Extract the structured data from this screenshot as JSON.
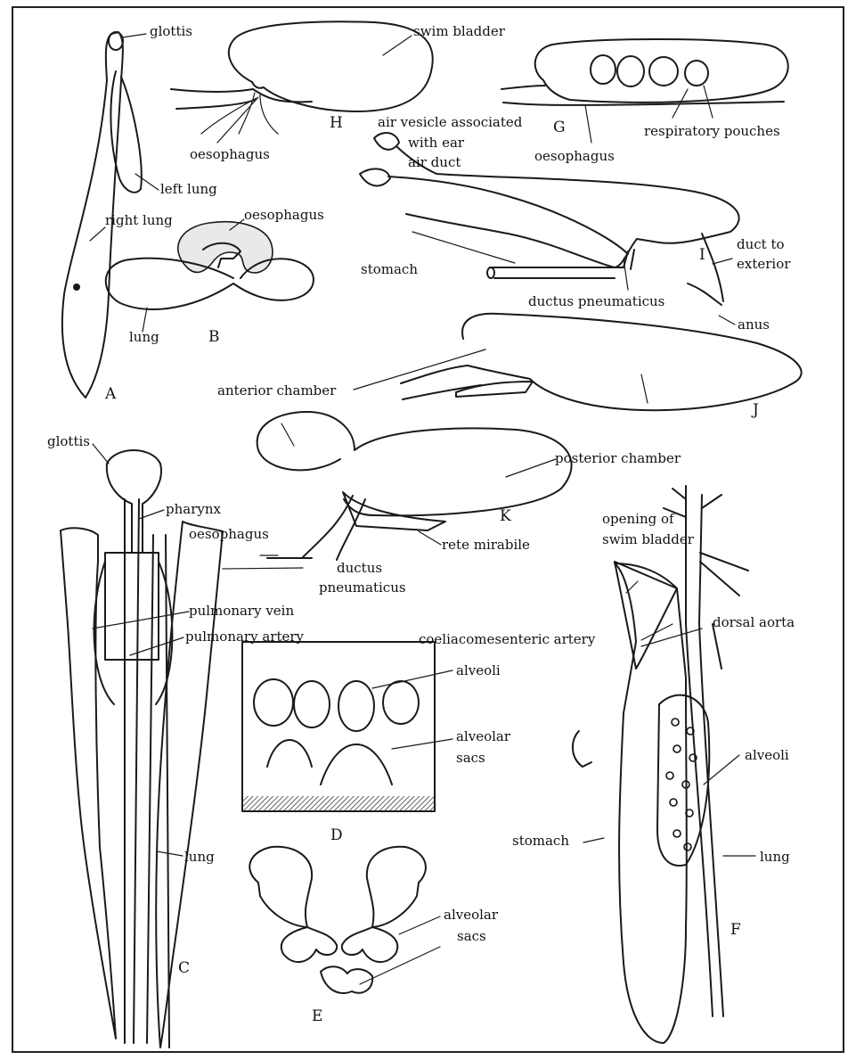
{
  "panels": {
    "A": "A",
    "B": "B",
    "C": "C",
    "D": "D",
    "E": "E",
    "F": "F",
    "G": "G",
    "H": "H",
    "I": "I",
    "J": "J",
    "K": "K"
  },
  "labels": {
    "glottis_a": "glottis",
    "left_lung": "left lung",
    "right_lung": "right lung",
    "oesophagus_b": "oesophagus",
    "lung_b": "lung",
    "swim_bladder": "swim bladder",
    "oesophagus_h": "oesophagus",
    "respiratory_pouches": "respiratory pouches",
    "oesophagus_g": "oesophagus",
    "air_vesicle_line1": "air vesicle associated",
    "air_vesicle_line2": "with ear",
    "air_duct": "air duct",
    "duct_to_exterior_line1": "duct to",
    "duct_to_exterior_line2": "exterior",
    "stomach_i": "stomach",
    "ductus_pneumaticus_i": "ductus pneumaticus",
    "anus": "anus",
    "anterior_chamber": "anterior chamber",
    "posterior_chamber": "posterior chamber",
    "glottis_c": "glottis",
    "pharynx": "pharynx",
    "oesophagus_c": "oesophagus",
    "pulmonary_vein": "pulmonary vein",
    "pulmonary_artery": "pulmonary artery",
    "ductus_pneumaticus_k_line1": "ductus",
    "ductus_pneumaticus_k_line2": "pneumaticus",
    "rete_mirabile": "rete mirabile",
    "opening_line1": "opening of",
    "opening_line2": "swim bladder",
    "dorsal_aorta": "dorsal aorta",
    "coeliacomesenteric_artery": "coeliacomesenteric artery",
    "alveoli_d": "alveoli",
    "alveolar_sacs_d_line1": "alveolar",
    "alveolar_sacs_d_line2": "sacs",
    "alveoli_f": "alveoli",
    "stomach_f": "stomach",
    "lung_f": "lung",
    "lung_c": "lung",
    "alveolar_sacs_e_line1": "alveolar",
    "alveolar_sacs_e_line2": "sacs"
  }
}
